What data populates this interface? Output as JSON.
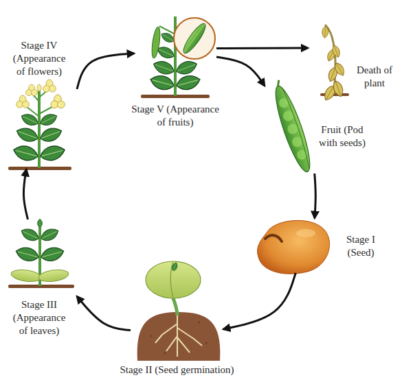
{
  "diagram": {
    "nodes": [
      {
        "text": [
          "Stage IV (Appearance of flowers)"
        ]
      },
      {
        "text": [
          "Stage V (Appearance of fruits)"
        ]
      },
      {
        "text": [
          "Death of plant"
        ]
      },
      {
        "text": [
          "Fruit (Pod with seeds)"
        ]
      },
      {
        "text": [
          "Stage I (Seed)"
        ]
      },
      {
        "text": [
          "Stage II (Seed germination)"
        ]
      },
      {
        "text": [
          "Stage III (Appearance of leaves)"
        ]
      }
    ],
    "edges": [
      {
        "from": 0,
        "to": 1,
        "arrow": "to"
      },
      {
        "from": 1,
        "to": 2,
        "arrow": "to"
      },
      {
        "from": 1,
        "to": 3,
        "arrow": "to"
      },
      {
        "from": 3,
        "to": 4,
        "arrow": "to"
      },
      {
        "from": 4,
        "to": 5,
        "arrow": "to"
      },
      {
        "from": 5,
        "to": 6,
        "arrow": "to"
      },
      {
        "from": 6,
        "to": 0,
        "arrow": "to"
      }
    ]
  }
}
